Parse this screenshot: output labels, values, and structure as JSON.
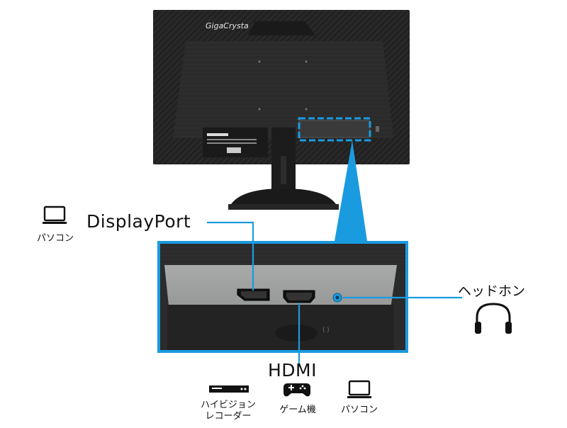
{
  "monitor": {
    "brand_logo": "GigaCrysta"
  },
  "ports": {
    "displayport": {
      "label": "DisplayPort"
    },
    "hdmi": {
      "label": "HDMI"
    },
    "headphone": {
      "label": "ヘッドホン"
    }
  },
  "devices": {
    "displayport_pc": {
      "label": "パソコン",
      "icon": "laptop-icon"
    },
    "hdmi_recorder": {
      "label_line1": "ハイビジョン",
      "label_line2": "レコーダー",
      "icon": "recorder-icon"
    },
    "hdmi_game": {
      "label": "ゲーム機",
      "icon": "gamepad-icon"
    },
    "hdmi_pc": {
      "label": "パソコン",
      "icon": "laptop-icon"
    },
    "headphones": {
      "icon": "headphones-icon"
    }
  },
  "colors": {
    "accent_blue": "#1a9be0",
    "monitor_body": "#2a2a2a",
    "panel_grey": "#9a9c9c"
  }
}
